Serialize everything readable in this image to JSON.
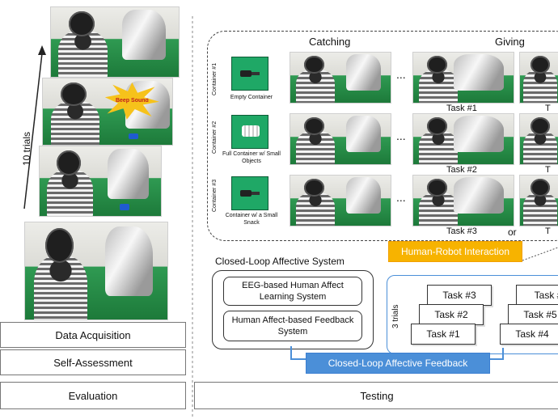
{
  "labels": {
    "trials_axis": "10 trials",
    "burst_text": "Beep Sound"
  },
  "left_panel": {
    "data_acquisition": "Data Acquisition",
    "self_assessment": "Self-Assessment",
    "evaluation": "Evaluation"
  },
  "right_panel": {
    "catching": "Catching",
    "giving": "Giving",
    "containers": [
      {
        "side_label": "Container #1",
        "caption": "Empty Container"
      },
      {
        "side_label": "Container #2",
        "caption": "Full Container w/ Small Objects"
      },
      {
        "side_label": "Container #3",
        "caption": "Container w/ a Small Snack"
      }
    ],
    "ellipsis": "...",
    "task_labels": [
      "Task #1",
      "Task #2",
      "Task #3"
    ],
    "task_labels_partial": [
      "T",
      "T",
      "T"
    ],
    "or_text": "or",
    "human_robot_interaction": "Human-Robot Interaction",
    "closed_loop_title": "Closed-Loop Affective System",
    "eeg_box": "EEG-based Human Affect Learning System",
    "feedback_box": "Human Affect-based Feedback System",
    "trials3": "3 trials",
    "stack_a": [
      "Task #3",
      "Task #2",
      "Task #1"
    ],
    "stack_b": [
      "Task #",
      "Task #5",
      "Task #4"
    ],
    "closed_loop_feedback": "Closed-Loop Affective Feedback",
    "testing": "Testing"
  },
  "colors": {
    "orange": "#f7b300",
    "blue": "#4b8fd8",
    "green": "#1fa866"
  }
}
